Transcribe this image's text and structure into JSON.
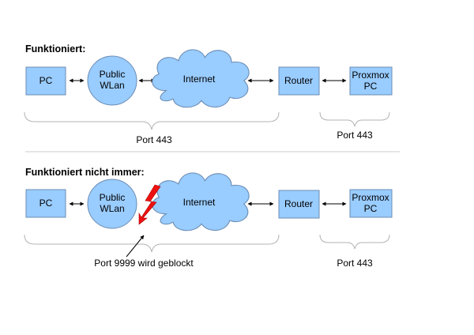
{
  "sections": [
    {
      "title": "Funktioniert:",
      "nodes": {
        "pc": "PC",
        "wlan": [
          "Public",
          "WLan"
        ],
        "internet": "Internet",
        "router": "Router",
        "proxmox": [
          "Proxmox",
          "PC"
        ]
      },
      "brace_labels": [
        "Port 443",
        "Port 443"
      ]
    },
    {
      "title": "Funktioniert nicht immer:",
      "nodes": {
        "pc": "PC",
        "wlan": [
          "Public",
          "WLan"
        ],
        "internet": "Internet",
        "router": "Router",
        "proxmox": [
          "Proxmox",
          "PC"
        ]
      },
      "blocked_label": "Port 9999 wird geblockt",
      "brace_labels": [
        "Port 443"
      ]
    }
  ],
  "colors": {
    "node_fill": "#99ccff",
    "node_stroke": "#6b8db3",
    "lightning": "#ee1111",
    "brace": "#b3b3b3",
    "divider": "#cccccc"
  }
}
